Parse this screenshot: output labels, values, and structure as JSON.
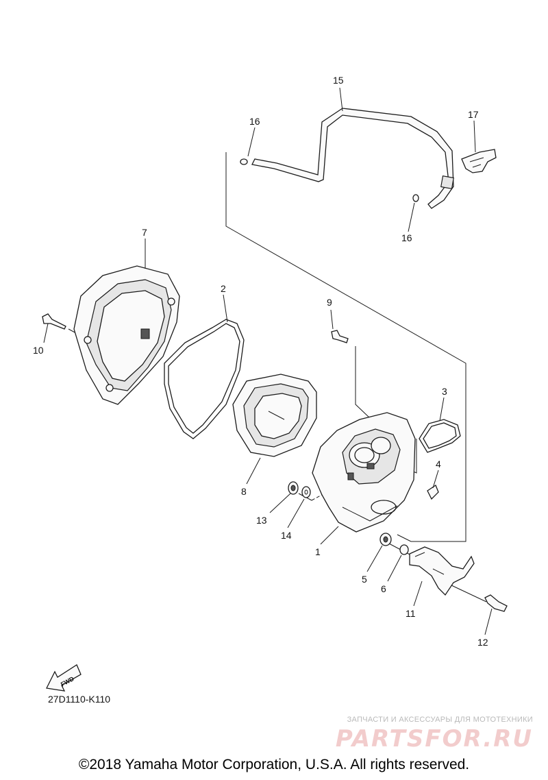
{
  "diagram": {
    "callouts": {
      "p1": "1",
      "p2": "2",
      "p3": "3",
      "p4": "4",
      "p5": "5",
      "p6": "6",
      "p7": "7",
      "p8": "8",
      "p9": "9",
      "p10": "10",
      "p11": "11",
      "p12": "12",
      "p13": "13",
      "p14": "14",
      "p15": "15",
      "p16a": "16",
      "p16b": "16",
      "p17": "17"
    },
    "fwd_label": "FWD",
    "code": "27D1110-K110"
  },
  "watermark": {
    "tagline": "ЗАПЧАСТИ И АКСЕССУАРЫ ДЛЯ МОТОТЕХНИКИ",
    "logo": "PARTSFOR.RU"
  },
  "copyright": "©2018 Yamaha Motor Corporation, U.S.A. All rights reserved."
}
